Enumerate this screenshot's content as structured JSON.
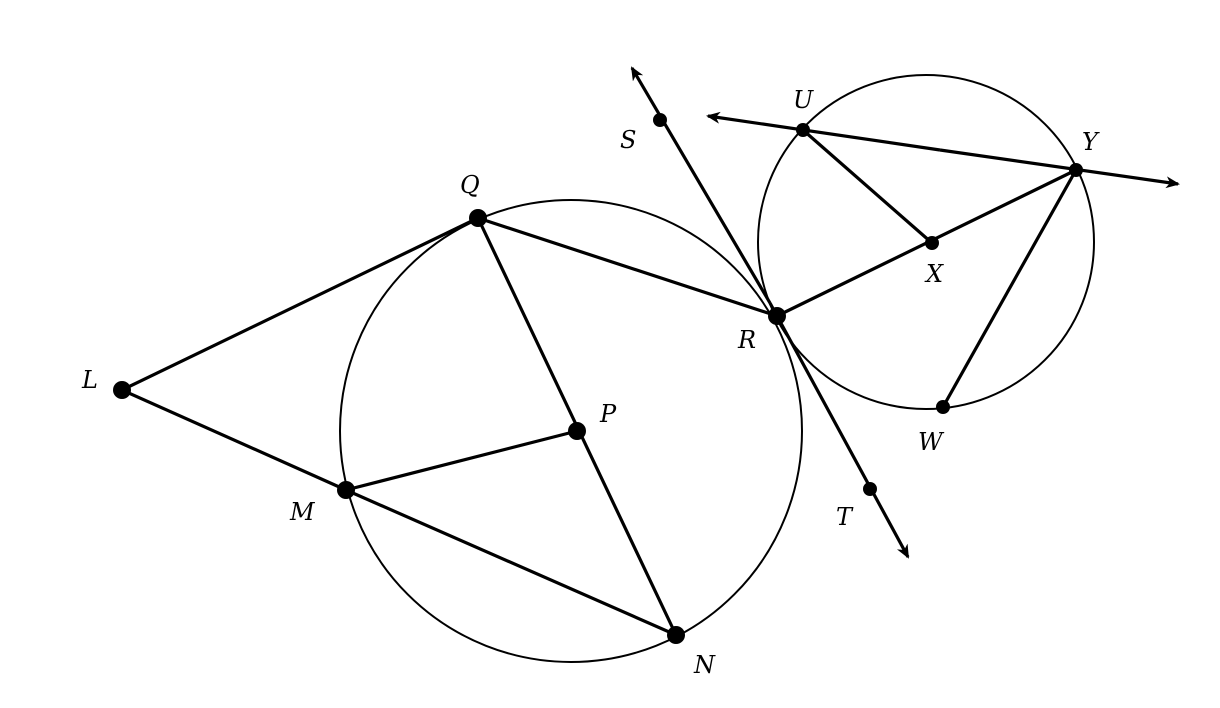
{
  "diagram": {
    "points": {
      "L": "L",
      "Q": "Q",
      "M": "M",
      "N": "N",
      "P": "P",
      "R": "R",
      "S": "S",
      "T": "T",
      "U": "U",
      "Y": "Y",
      "X": "X",
      "W": "W"
    },
    "colors": {
      "stroke": "#000000",
      "background": "#ffffff"
    }
  }
}
